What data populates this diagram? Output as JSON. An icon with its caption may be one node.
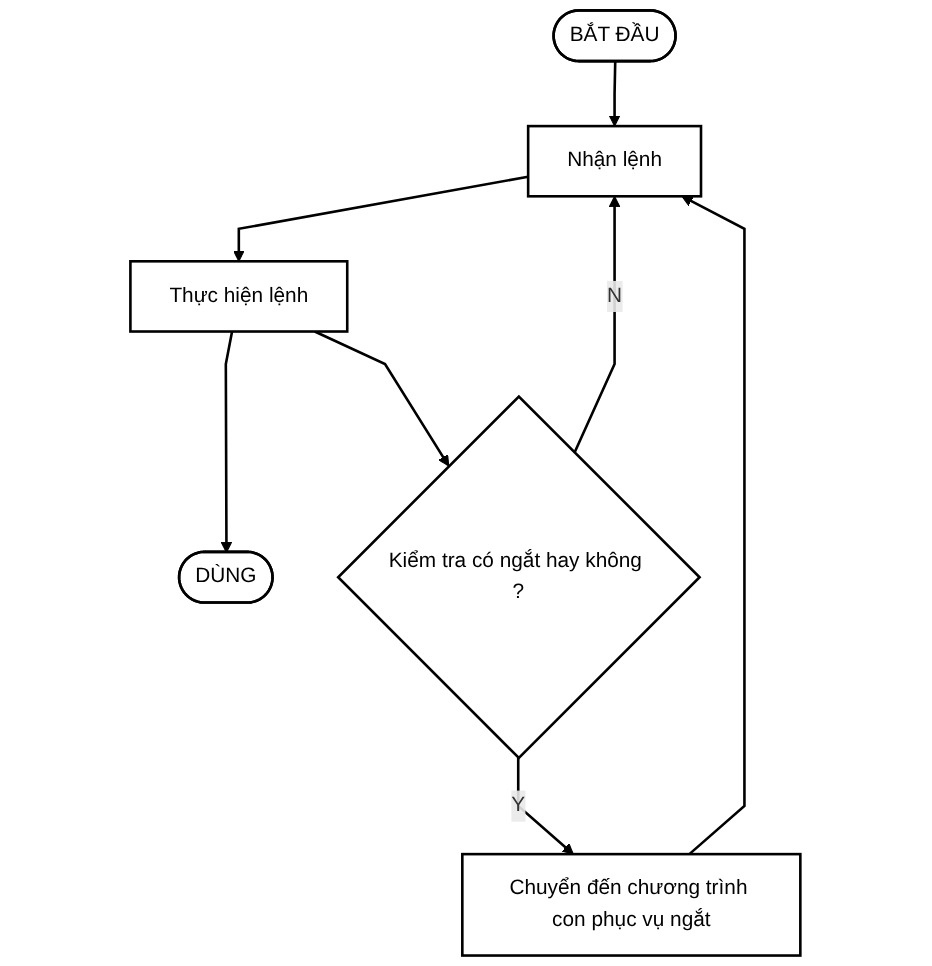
{
  "diagram": {
    "nodes": [
      {
        "text": [
          "BẮT ĐẦU"
        ]
      },
      {
        "text": [
          "Nhận lệnh"
        ]
      },
      {
        "text": [
          "Thực hiện lệnh"
        ]
      },
      {
        "text": [
          "DÙNG"
        ]
      },
      {
        "text": [
          "Kiểm tra có ngắt hay không ?"
        ]
      },
      {
        "text": [
          "Chuyển đến chương trình con phục vụ ngắt"
        ]
      }
    ],
    "edges": [
      {
        "from": 0,
        "to": 1,
        "arrow": "to"
      },
      {
        "from": 1,
        "to": 2,
        "arrow": "to"
      },
      {
        "from": 2,
        "to": 3,
        "arrow": "to"
      },
      {
        "from": 2,
        "to": 4,
        "arrow": "to"
      },
      {
        "from": 4,
        "to": 1,
        "label": "N",
        "arrow": "to"
      },
      {
        "from": 4,
        "to": 5,
        "label": "Y",
        "arrow": "to"
      },
      {
        "from": 5,
        "to": 1,
        "arrow": "to"
      }
    ]
  }
}
